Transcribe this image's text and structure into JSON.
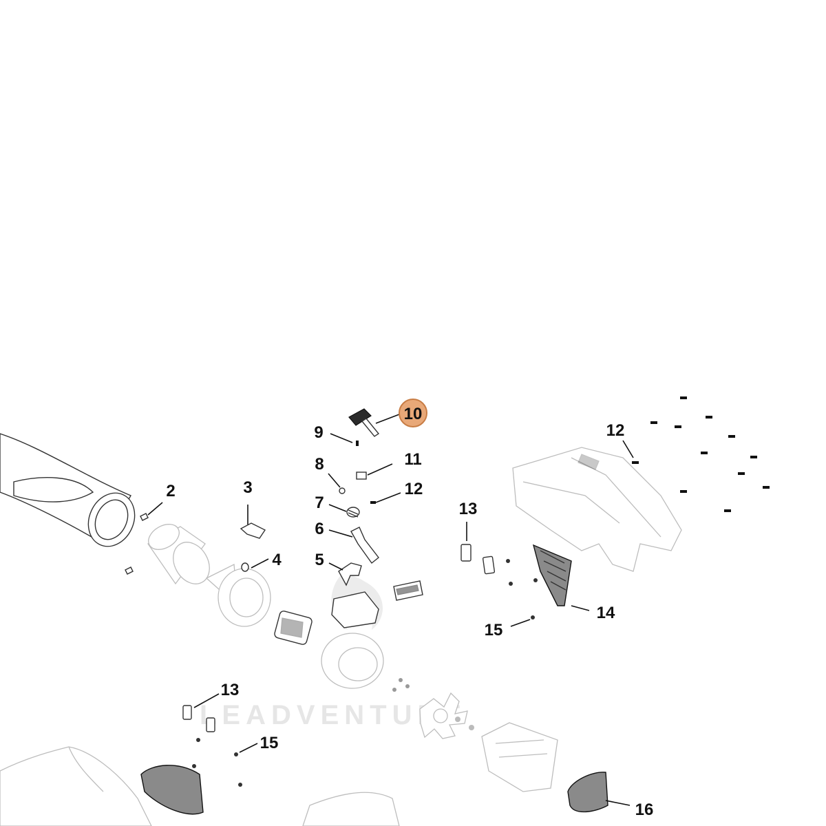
{
  "watermark": {
    "text": "LEADVENTURE"
  },
  "highlight_color": "#e8a878",
  "highlight_stroke": "#c87d45",
  "callouts": {
    "c2": "2",
    "c3": "3",
    "c4": "4",
    "c5": "5",
    "c6": "6",
    "c7": "7",
    "c8": "8",
    "c9": "9",
    "c10": "10",
    "c11": "11",
    "c12a": "12",
    "c12b": "12",
    "c13a": "13",
    "c13b": "13",
    "c14": "14",
    "c15a": "15",
    "c15b": "15",
    "c16": "16"
  }
}
